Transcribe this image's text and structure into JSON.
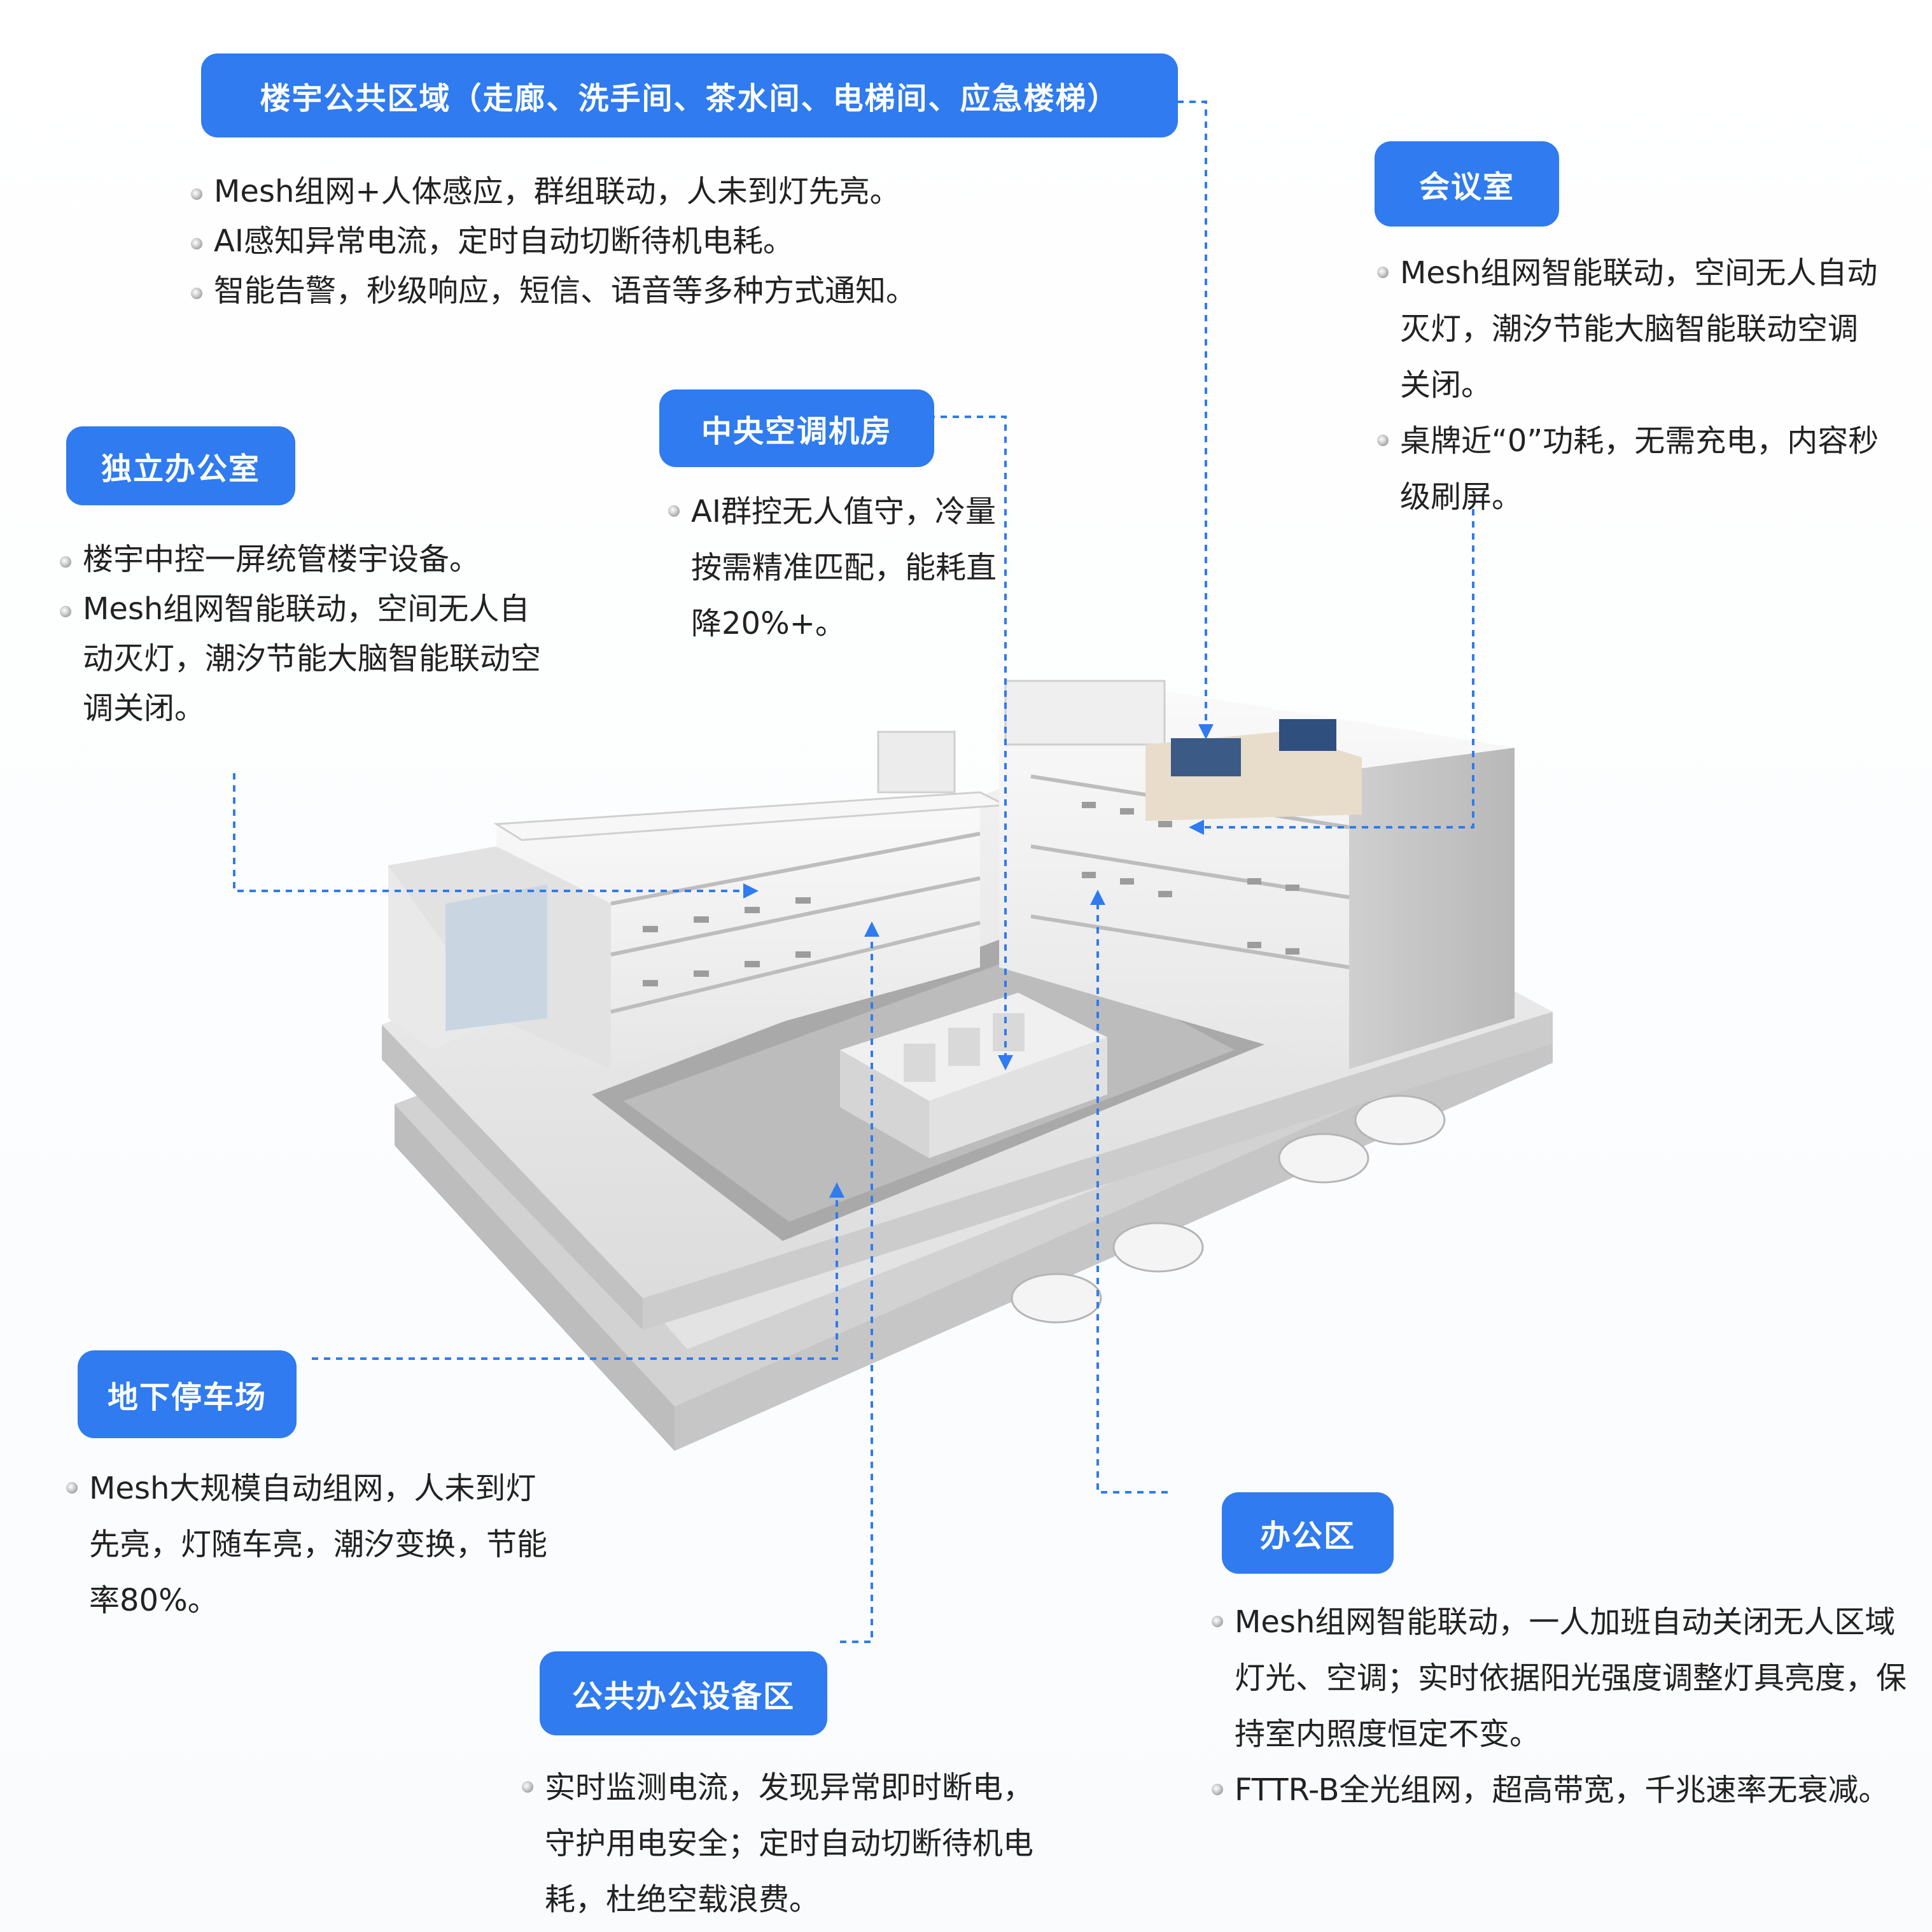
{
  "sections": {
    "public": {
      "title": "楼宇公共区域（走廊、洗手间、茶水间、电梯间、应急楼梯）",
      "bullets": [
        "Mesh组网+人体感应，群组联动，人未到灯先亮。",
        "AI感知异常电流，定时自动切断待机电耗。",
        "智能告警，秒级响应，短信、语音等多种方式通知。"
      ]
    },
    "meeting": {
      "title": "会议室",
      "bullets": [
        "Mesh组网智能联动，空间无人自动灭灯，潮汐节能大脑智能联动空调关闭。",
        "桌牌近“0”功耗，无需充电，内容秒级刷屏。"
      ]
    },
    "hvac": {
      "title": "中央空调机房",
      "bullets": [
        "AI群控无人值守，冷量按需精准匹配，能耗直降20%+。"
      ]
    },
    "independent": {
      "title": "独立办公室",
      "bullets": [
        "楼宇中控一屏统管楼宇设备。",
        "Mesh组网智能联动，空间无人自动灭灯，潮汐节能大脑智能联动空调关闭。"
      ]
    },
    "parking": {
      "title": "地下停车场",
      "bullets": [
        "Mesh大规模自动组网，人未到灯先亮，灯随车亮，潮汐变换，节能率80%。"
      ]
    },
    "office": {
      "title": "办公区",
      "bullets": [
        "Mesh组网智能联动，一人加班自动关闭无人区域灯光、空调；实时依据阳光强度调整灯具亮度，保持室内照度恒定不变。",
        "FTTR-B全光组网，超高带宽，千兆速率无衰减。"
      ]
    },
    "equipment": {
      "title": "公共办公设备区",
      "bullets": [
        "实时监测电流，发现异常即时断电，守护用电安全；定时自动切断待机电耗，杜绝空载浪费。"
      ]
    }
  },
  "colors": {
    "accent": "#2f7bef",
    "connector": "#2f7bef",
    "text": "#222222"
  }
}
